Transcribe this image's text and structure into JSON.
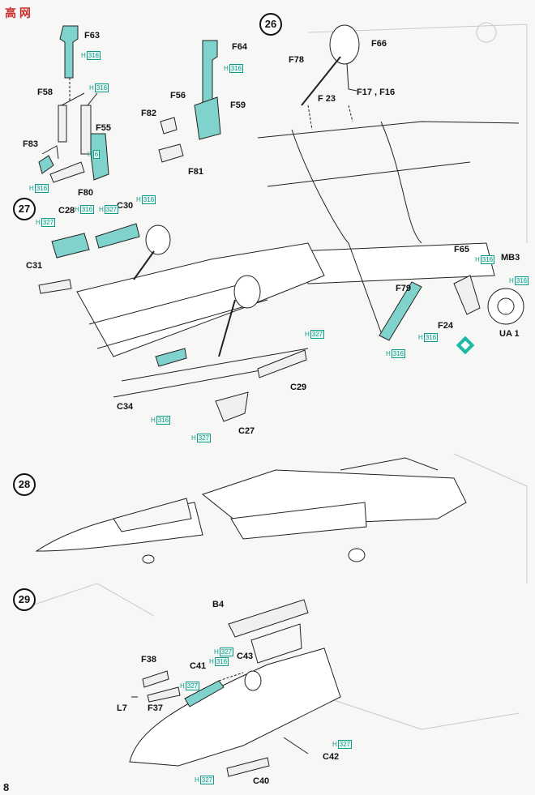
{
  "watermark": "高  网",
  "page_number": "8",
  "steps": {
    "s26": "26",
    "s27": "27",
    "s28": "28",
    "s29": "29"
  },
  "labels": {
    "F63": "F63",
    "F58": "F58",
    "F55": "F55",
    "F83": "F83",
    "F80": "F80",
    "F64": "F64",
    "F56": "F56",
    "F59": "F59",
    "F82": "F82",
    "F81": "F81",
    "F78": "F78",
    "F66": "F66",
    "F23": "F 23",
    "F17F16": "F17 , F16",
    "F65": "F65",
    "F79": "F79",
    "F24": "F24",
    "MB3": "MB3",
    "UA1": "UA 1",
    "C28": "C28",
    "C30": "C30",
    "C31": "C31",
    "C34": "C34",
    "C29": "C29",
    "C27": "C27",
    "B4": "B4",
    "F38": "F38",
    "F37": "F37",
    "L7": "L7",
    "C41": "C41",
    "C43": "C43",
    "C42": "C42",
    "C40": "C40"
  },
  "h_prefix": "H",
  "h_codes": {
    "h316": "316",
    "h6": "6",
    "h327": "327"
  },
  "colors": {
    "part_fill": "#7fd3cc",
    "accent": "#119a8a",
    "line": "#222"
  }
}
